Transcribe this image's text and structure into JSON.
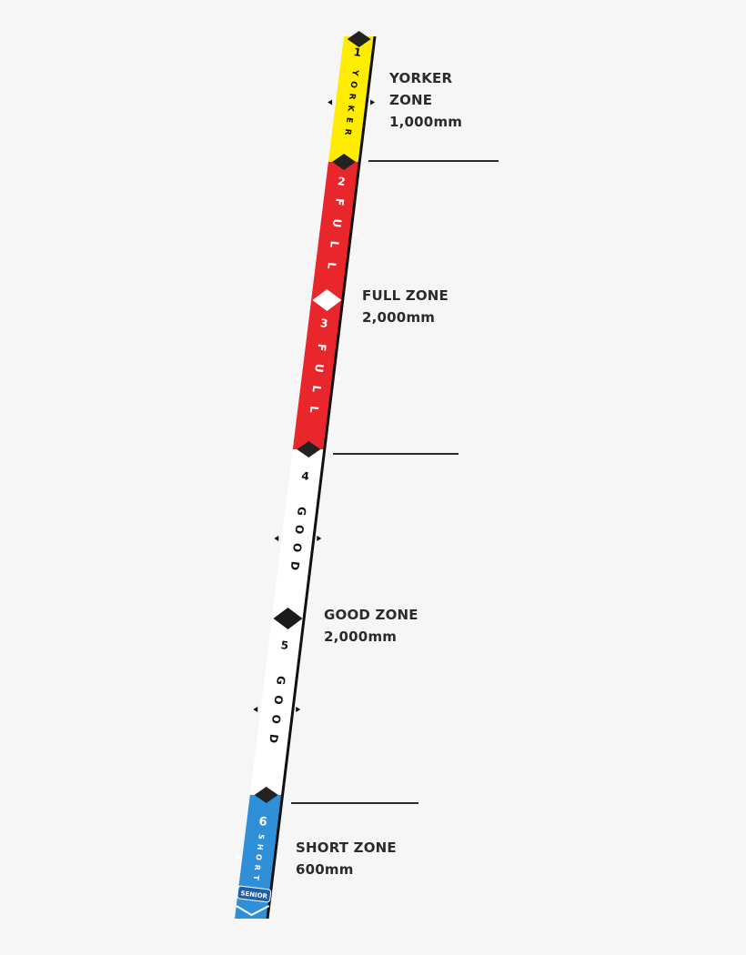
{
  "colors": {
    "background": "#f6f6f6",
    "yorker": "#ffec00",
    "full": "#e8262c",
    "good": "#ffffff",
    "short": "#2f8fd8",
    "edge": "#111111",
    "label_text": "#2b2b2b"
  },
  "strip": {
    "segments": [
      {
        "number": "1",
        "word": "YORKER",
        "color_key": "yorker"
      },
      {
        "number": "2",
        "word": "FULL",
        "color_key": "full"
      },
      {
        "number": "3",
        "word": "FULL",
        "color_key": "full"
      },
      {
        "number": "4",
        "word": "GOOD",
        "color_key": "good"
      },
      {
        "number": "5",
        "word": "GOOD",
        "color_key": "good"
      },
      {
        "number": "6",
        "word": "SHORT",
        "color_key": "short"
      }
    ],
    "badge": "SENIOR"
  },
  "zones": [
    {
      "lines": [
        "YORKER",
        "ZONE"
      ],
      "length": "1,000mm"
    },
    {
      "lines": [
        "FULL ZONE"
      ],
      "length": "2,000mm"
    },
    {
      "lines": [
        "GOOD ZONE"
      ],
      "length": "2,000mm"
    },
    {
      "lines": [
        "SHORT ZONE"
      ],
      "length": "600mm"
    }
  ]
}
